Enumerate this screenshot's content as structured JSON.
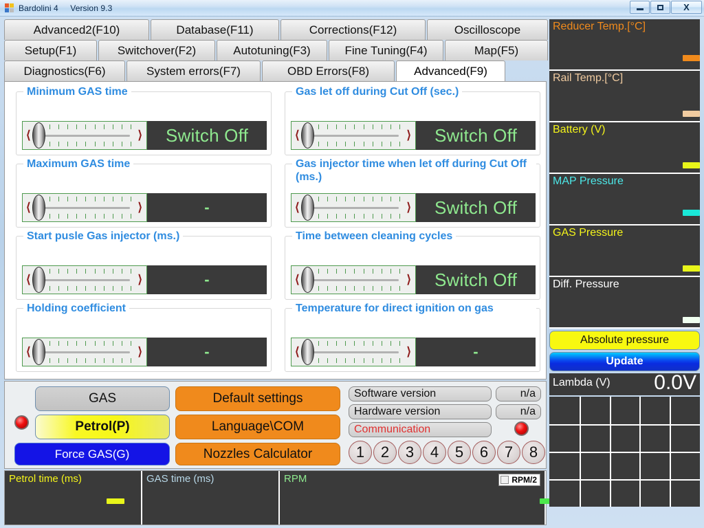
{
  "window": {
    "title": "Bardolini 4",
    "version": "Version 9.3",
    "minimize": "minimize",
    "maximize": "maximize",
    "close": "X"
  },
  "tabs": {
    "row1": [
      {
        "label": "Advanced2(F10)",
        "active": false
      },
      {
        "label": "Database(F11)",
        "active": false
      },
      {
        "label": "Corrections(F12)",
        "active": false
      },
      {
        "label": "Oscilloscope",
        "active": false
      }
    ],
    "row2": [
      {
        "label": "Setup(F1)",
        "active": false
      },
      {
        "label": "Switchover(F2)",
        "active": false
      },
      {
        "label": "Autotuning(F3)",
        "active": false
      },
      {
        "label": "Fine Tuning(F4)",
        "active": false
      },
      {
        "label": "Map(F5)",
        "active": false
      }
    ],
    "row3": [
      {
        "label": "Diagnostics(F6)",
        "active": false
      },
      {
        "label": "System errors(F7)",
        "active": false
      },
      {
        "label": "OBD Errors(F8)",
        "active": false
      },
      {
        "label": "Advanced(F9)",
        "active": true
      }
    ]
  },
  "params": [
    {
      "legend": "Minimum GAS time",
      "value": "Switch Off"
    },
    {
      "legend": "Gas let off during Cut Off (sec.)",
      "value": "Switch Off"
    },
    {
      "legend": "Maximum GAS time",
      "value": "-"
    },
    {
      "legend": "Gas injector time when let off during Cut Off (ms.)",
      "value": "Switch Off"
    },
    {
      "legend": "Start pusle Gas injector (ms.)",
      "value": "-"
    },
    {
      "legend": "Time between cleaning cycles",
      "value": "Switch Off"
    },
    {
      "legend": "Holding coefficient",
      "value": "-"
    },
    {
      "legend": "Temperature for direct ignition on gas",
      "value": "-"
    }
  ],
  "buttons": {
    "gas": "GAS",
    "petrol": "Petrol(P)",
    "force_gas": "Force GAS(G)",
    "default_settings": "Default settings",
    "language_com": "Language\\COM",
    "nozzles_calculator": "Nozzles Calculator"
  },
  "info": {
    "software_version_label": "Software version",
    "software_version_value": "n/a",
    "hardware_version_label": "Hardware version",
    "hardware_version_value": "n/a",
    "communication_label": "Communication",
    "cylinders": [
      "1",
      "2",
      "3",
      "4",
      "5",
      "6",
      "7",
      "8"
    ]
  },
  "graphs": [
    {
      "label": "Petrol time (ms)",
      "color": "#f5f51a",
      "bar": "#e8f51a"
    },
    {
      "label": "GAS time (ms)",
      "color": "#b8d8e8",
      "bar": "#b8e8c8"
    },
    {
      "label": "RPM",
      "color": "#8fe98f",
      "bar": "#4ce84c"
    }
  ],
  "rpm_half_checkbox": "RPM/2",
  "gauges": [
    {
      "title": "Reducer Temp.[°C]",
      "color": "#f08a1c",
      "bar": "#f08a1c"
    },
    {
      "title": "Rail Temp.[°C]",
      "color": "#f0cba0",
      "bar": "#f0cba0"
    },
    {
      "title": "Battery (V)",
      "color": "#f5f51a",
      "bar": "#e8f51a"
    },
    {
      "title": "MAP Pressure",
      "color": "#4ce8e8",
      "bar": "#1ae8d8"
    },
    {
      "title": "GAS Pressure",
      "color": "#f5f51a",
      "bar": "#e8f51a"
    },
    {
      "title": "Diff. Pressure",
      "color": "#ffffff",
      "bar": "#f0fff0"
    }
  ],
  "right_buttons": {
    "absolute_pressure": "Absolute pressure",
    "update": "Update"
  },
  "lambda": {
    "label": "Lambda (V)",
    "value": "0.0V"
  },
  "colors": {
    "legend_blue": "#2f8ce0",
    "value_green": "#8fe98f",
    "panel_dark": "#3a3a3a",
    "orange": "#f08a1c"
  }
}
